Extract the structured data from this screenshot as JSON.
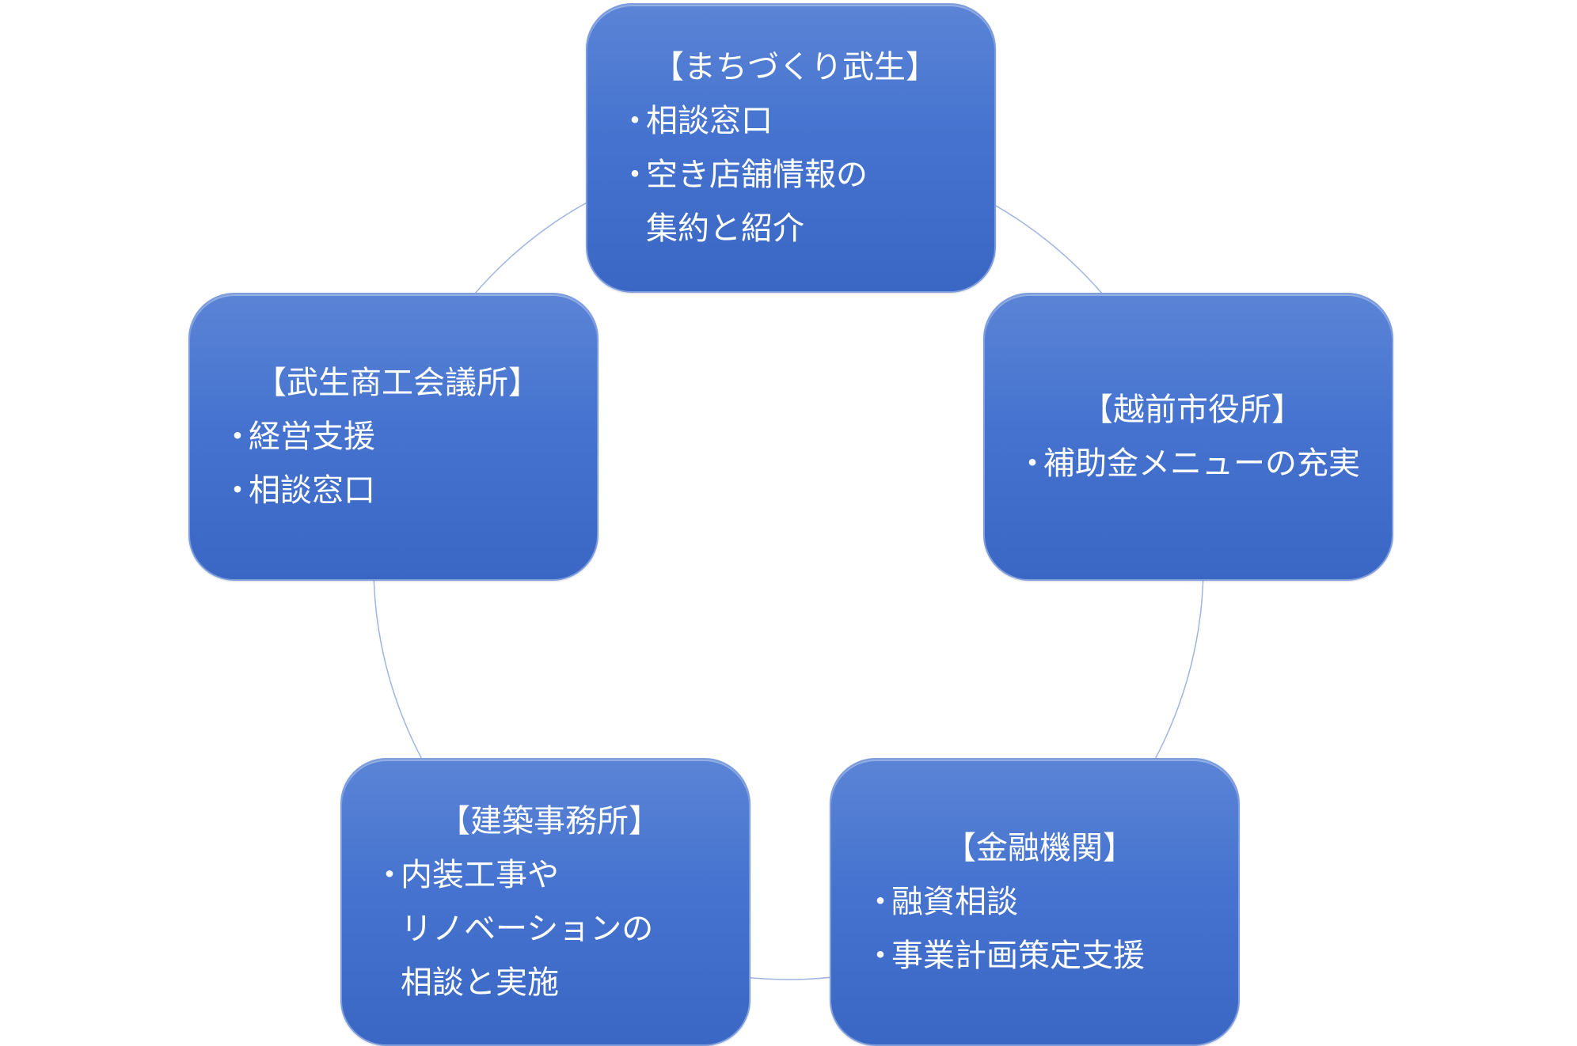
{
  "diagram": {
    "nodes": [
      {
        "id": "machizukuri",
        "title": "【まちづくり武生】",
        "items": [
          {
            "lines": [
              "相談窓口"
            ]
          },
          {
            "lines": [
              "空き店舗情報の",
              "集約と紹介"
            ]
          }
        ]
      },
      {
        "id": "city-office",
        "title": "【越前市役所】",
        "items": [
          {
            "lines": [
              "補助金メニューの充実"
            ]
          }
        ]
      },
      {
        "id": "financial",
        "title": "【金融機関】",
        "items": [
          {
            "lines": [
              "融資相談"
            ]
          },
          {
            "lines": [
              "事業計画策定支援"
            ]
          }
        ]
      },
      {
        "id": "architect",
        "title": "【建築事務所】",
        "items": [
          {
            "lines": [
              "内装工事や",
              "リノベーションの",
              "相談と実施"
            ]
          }
        ]
      },
      {
        "id": "chamber",
        "title": "【武生商工会議所】",
        "items": [
          {
            "lines": [
              "経営支援"
            ]
          },
          {
            "lines": [
              "相談窓口"
            ]
          }
        ]
      }
    ],
    "bullet": "・",
    "colors": {
      "node_top": "#5b84d6",
      "node_bottom": "#3a67c4",
      "node_border": "#7d9ddd",
      "connector": "#9fb4df",
      "text": "#ffffff"
    }
  }
}
